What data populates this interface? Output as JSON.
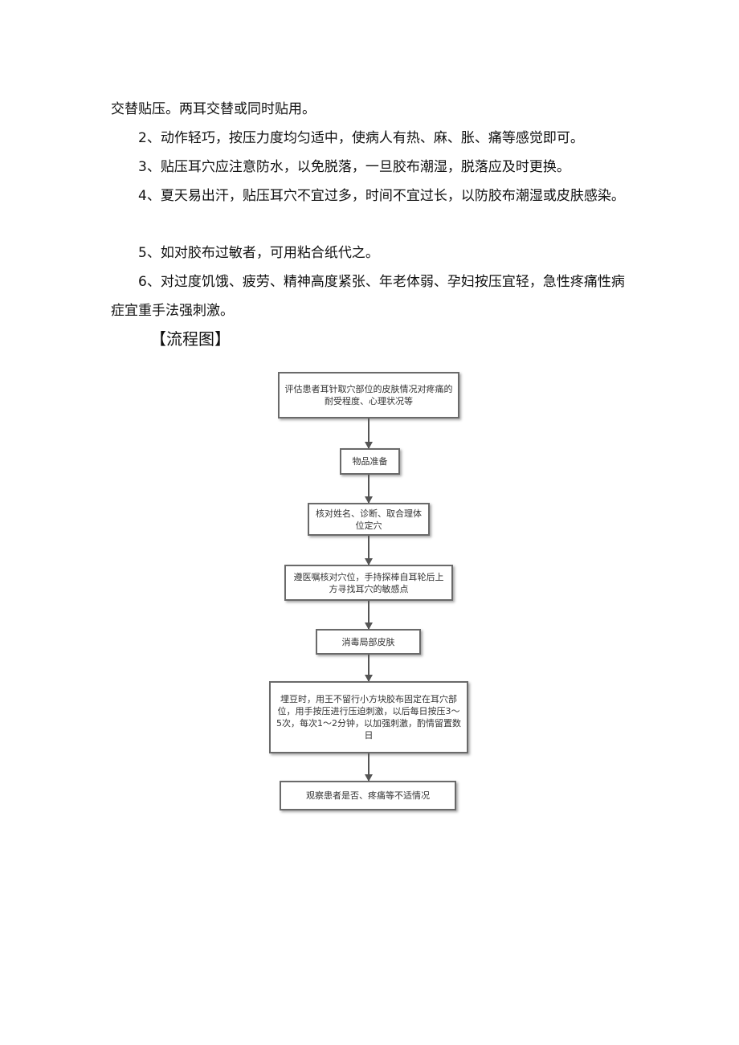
{
  "paragraphs": [
    "交替贴压。两耳交替或同时贴用。",
    "2、动作轻巧，按压力度均匀适中，使病人有热、麻、胀、痛等感觉即可。",
    "3、贴压耳穴应注意防水，以免脱落，一旦胶布潮湿，脱落应及时更换。",
    "4、夏天易出汗，贴压耳穴不宜过多，时间不宜过长，以防胶布潮湿或皮肤感染。",
    "5、如对胶布过敏者，可用粘合纸代之。",
    "6、对过度饥饿、疲劳、精神高度紧张、年老体弱、孕妇按压宜轻，急性疼痛性病症宜重手法强刺激。"
  ],
  "section_title": "【流程图】",
  "flowchart": {
    "steps": [
      "评估患者耳针取穴部位的皮肤情况对疼痛的耐受程度、心理状况等",
      "物品准备",
      "核对姓名、诊断、取合理体位定穴",
      "遵医嘱核对穴位，手持探棒自耳轮后上方寻找耳穴的敏感点",
      "消毒局部皮肤",
      "埋豆时，用王不留行小方块胶布固定在耳穴部位，用手按压进行压迫刺激，以后每日按压3～5次，每次1～2分钟，以加强刺激，酌情留置数日",
      "观察患者是否、疼痛等不适情况"
    ]
  }
}
